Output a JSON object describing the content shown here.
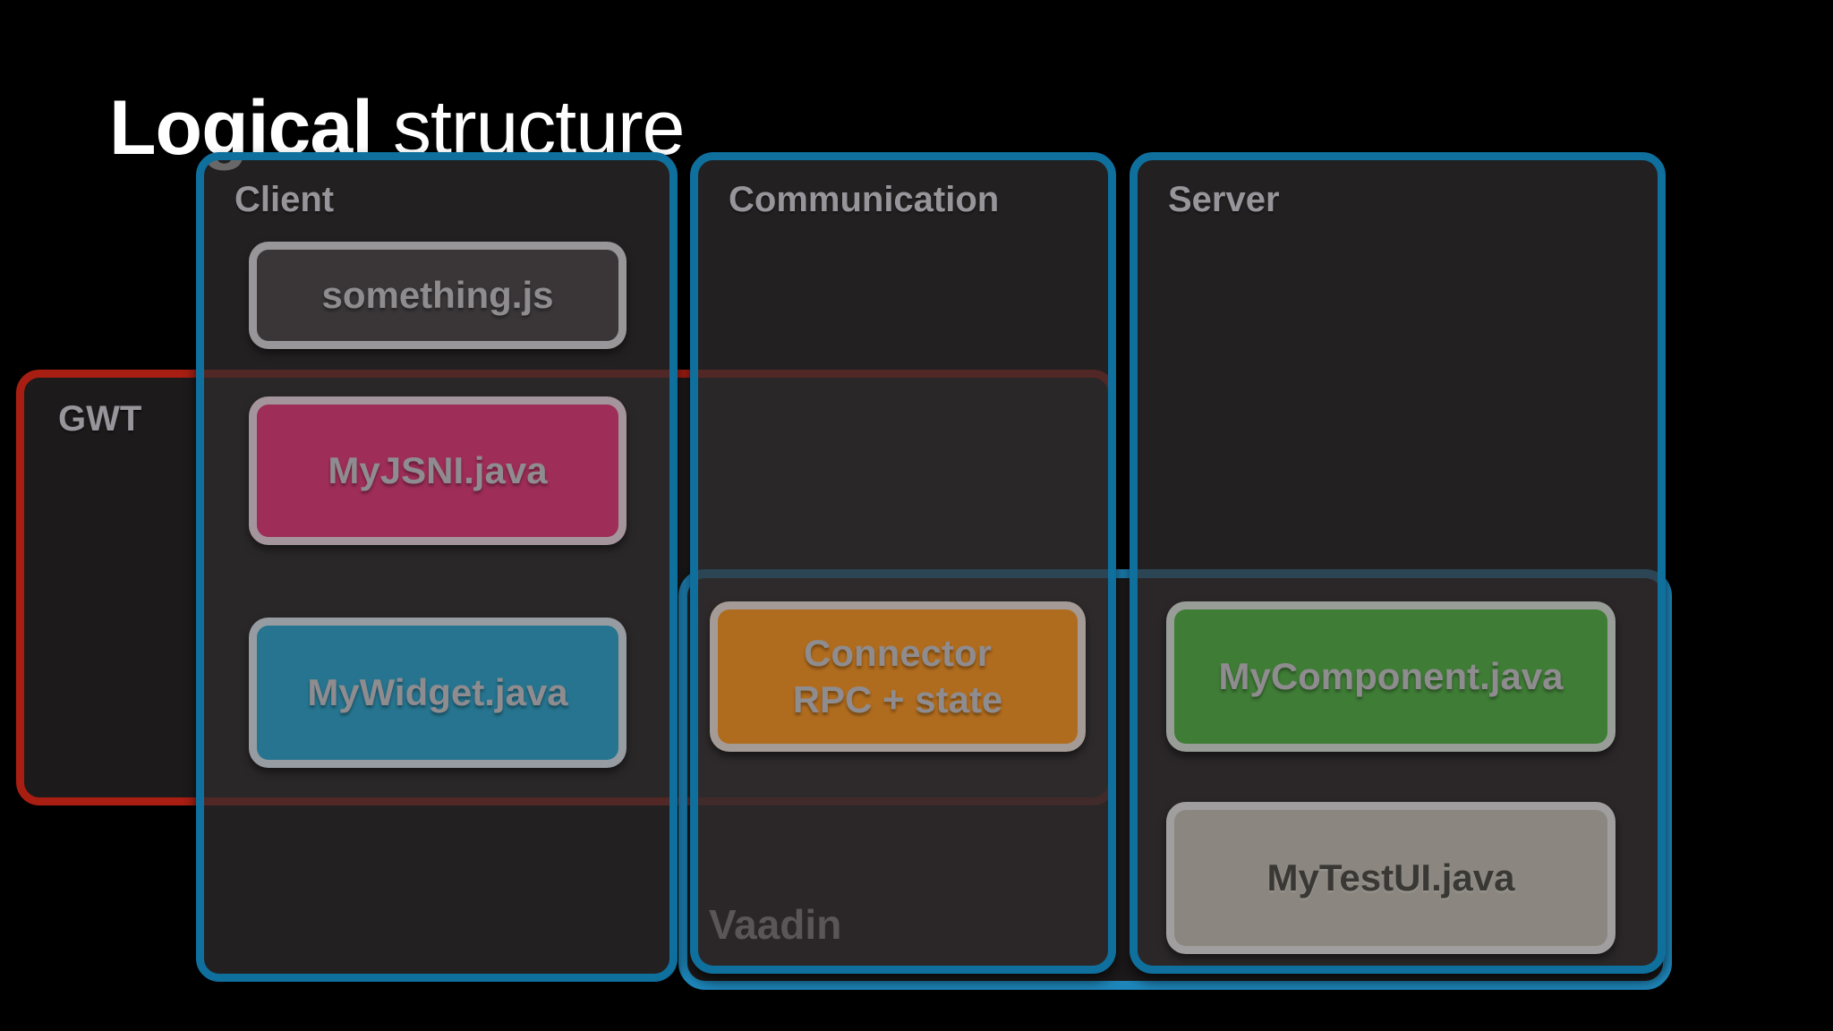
{
  "slide": {
    "title_emphasis": "Logical",
    "title_rest": " structure"
  },
  "groups": {
    "client": {
      "label": "Client"
    },
    "communication": {
      "label": "Communication"
    },
    "server": {
      "label": "Server"
    },
    "gwt": {
      "label": "GWT"
    },
    "vaadin": {
      "label": "Vaadin"
    }
  },
  "items": {
    "something_js": {
      "label": "something.js"
    },
    "myjsni": {
      "label": "MyJSNI.java"
    },
    "mywidget": {
      "label": "MyWidget.java"
    },
    "connector": {
      "line1": "Connector",
      "line2": "RPC + state"
    },
    "mycomponent": {
      "label": "MyComponent.java"
    },
    "mytestui": {
      "label": "MyTestUI.java"
    }
  },
  "colors": {
    "background": "#000000",
    "title_text": "#ffffff",
    "column_border": "#0f6f9d",
    "vaadin_border": "#1e86ba",
    "gwt_border": "#a81e12",
    "item_border": "#a3a1a3",
    "group_label_text": "#98959a",
    "vaadin_label_text": "#5a5657",
    "item_label_text": "#8f8c8f",
    "fill_something_js": "#3a3638",
    "fill_myjsni": "#9e2d58",
    "fill_mywidget": "#26748f",
    "fill_connector": "#b06c1e",
    "fill_mycomponent": "#3f7c36",
    "fill_mytestui": "#8b8780",
    "mytestui_label_text": "#3a3835"
  }
}
